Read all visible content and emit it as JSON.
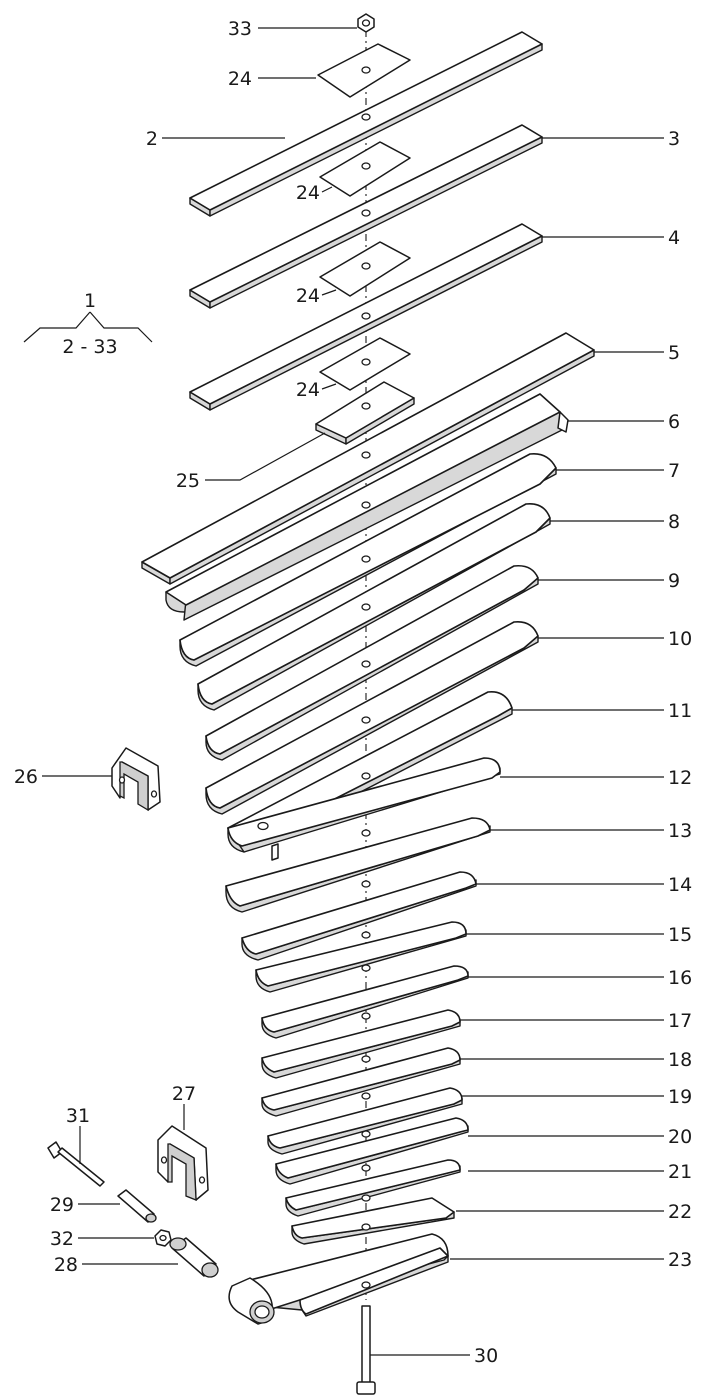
{
  "assembly": {
    "label": "1",
    "range": "2 - 33"
  },
  "callouts": {
    "c2": "2",
    "c3": "3",
    "c4": "4",
    "c5": "5",
    "c6": "6",
    "c7": "7",
    "c8": "8",
    "c9": "9",
    "c10": "10",
    "c11": "11",
    "c12": "12",
    "c13": "13",
    "c14": "14",
    "c15": "15",
    "c16": "16",
    "c17": "17",
    "c18": "18",
    "c19": "19",
    "c20": "20",
    "c21": "21",
    "c22": "22",
    "c23": "23",
    "c24a": "24",
    "c24b": "24",
    "c24c": "24",
    "c24d": "24",
    "c25": "25",
    "c26": "26",
    "c27": "27",
    "c28": "28",
    "c29": "29",
    "c30": "30",
    "c31": "31",
    "c32": "32",
    "c33": "33"
  }
}
